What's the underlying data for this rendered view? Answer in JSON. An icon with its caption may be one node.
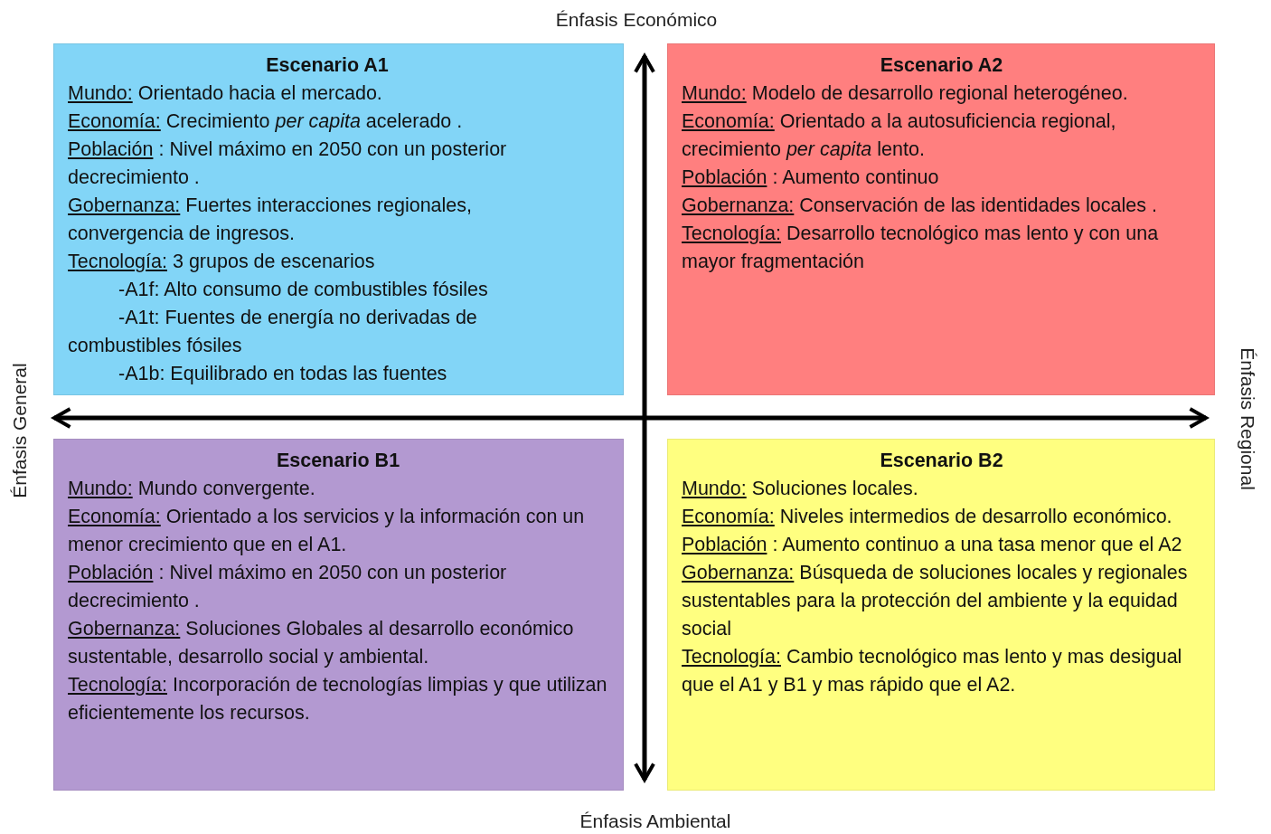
{
  "diagram": {
    "nodes": [
      {
        "text": [
          "Escenario A1",
          "Mundo:",
          "Orientado hacia el mercado.",
          "Economía:",
          "Crecimiento *per capita* acelerado .",
          "Población",
          ": Nivel máximo en 2050 con un posterior decrecimiento .",
          "Gobernanza:",
          "Fuertes interacciones regionales, convergencia de ingresos.",
          "Tecnología:",
          "3 grupos de escenarios",
          "-A1f: Alto consumo de combustibles fósiles",
          "-A1t: Fuentes de energía no derivadas de combustibles fósiles",
          "-A1b: Equilibrado en todas las fuentes"
        ]
      },
      {
        "text": [
          "Escenario A2",
          "Mundo:",
          "Modelo de desarrollo regional heterogéneo.",
          "Economía:",
          "Orientado a la autosuficiencia regional, crecimiento *per capita* lento.",
          "Población",
          ": Aumento continuo",
          "Gobernanza:",
          "Conservación de las identidades locales .",
          "Tecnología:",
          "Desarrollo tecnológico mas lento y con una mayor fragmentación"
        ]
      },
      {
        "text": [
          "Escenario B1",
          "Mundo:",
          "Mundo convergente.",
          "Economía:",
          "Orientado a los servicios y la información con un menor crecimiento que en el A1.",
          "Población",
          ": Nivel máximo en 2050 con un posterior decrecimiento .",
          "Gobernanza:",
          "Soluciones Globales al desarrollo económico sustentable, desarrollo social y ambiental.",
          "Tecnología:",
          "Incorporación de tecnologías limpias y que utilizan eficientemente los recursos."
        ]
      },
      {
        "text": [
          "Escenario B2",
          "Mundo:",
          "Soluciones locales.",
          "Economía:",
          "Niveles intermedios de desarrollo económico.",
          "Población",
          ": Aumento continuo a una tasa menor que el A2",
          "Gobernanza:",
          "Búsqueda de soluciones locales y regionales sustentables para la protección del ambiente y la equidad social",
          "Tecnología:",
          "Cambio tecnológico mas lento y mas desigual que el A1 y B1 y mas rápido que el A2."
        ]
      },
      {
        "text": [
          "Énfasis Económico"
        ]
      },
      {
        "text": [
          "Énfasis General"
        ]
      },
      {
        "text": [
          "Énfasis Regional"
        ]
      },
      {
        "text": [
          "Énfasis Ambiental"
        ]
      }
    ],
    "edges": [
      {
        "from": 4,
        "to": 7,
        "arrow": "both"
      },
      {
        "from": 5,
        "to": 6,
        "arrow": "both"
      }
    ]
  }
}
